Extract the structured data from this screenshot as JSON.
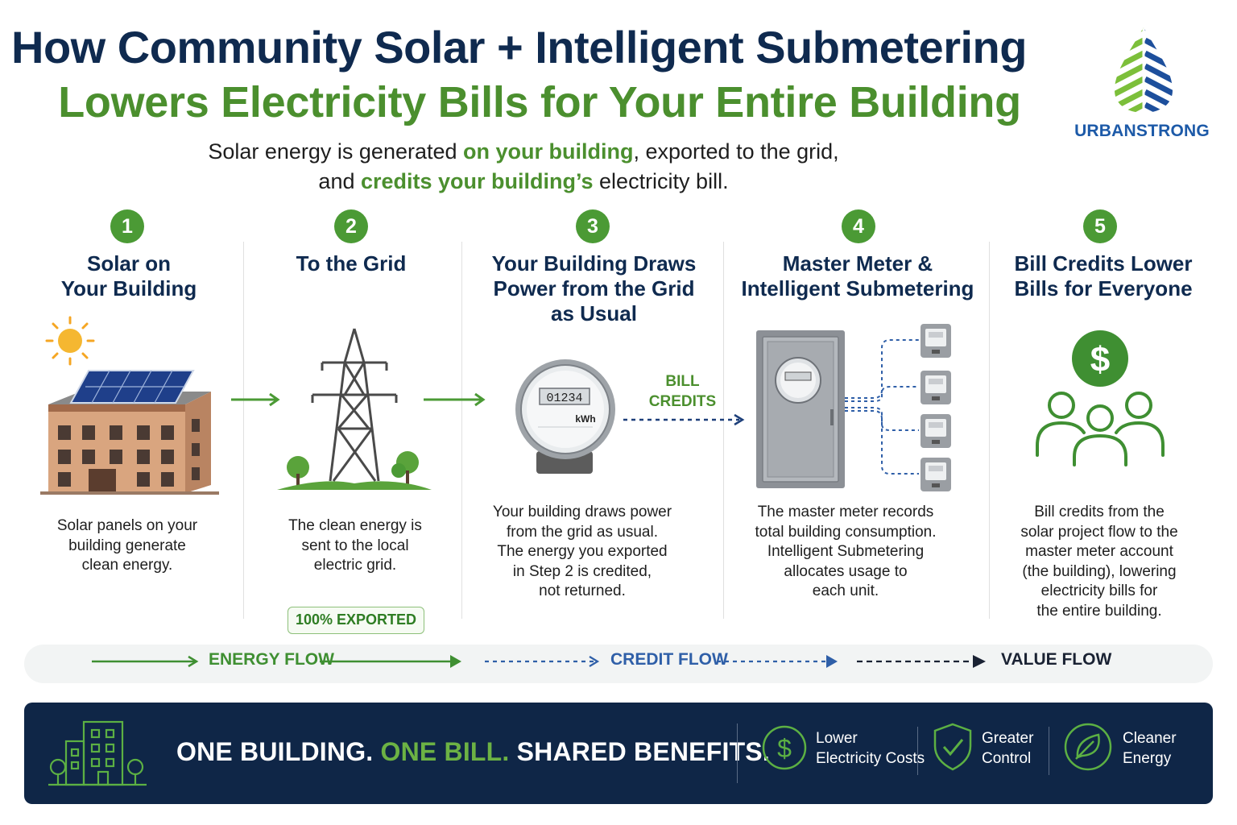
{
  "header": {
    "title_line1": "How Community Solar + Intelligent Submetering",
    "title_line2": "Lowers Electricity Bills for Your Entire Building",
    "subtitle_part1": "Solar energy is generated ",
    "subtitle_highlight1": "on your building",
    "subtitle_part2": ", exported to the grid,",
    "subtitle_part3": "and ",
    "subtitle_highlight2": "credits your building’s",
    "subtitle_part4": " electricity bill."
  },
  "logo": {
    "name": "URBANSTRONG",
    "icon": "leaf-drop-logo-icon"
  },
  "steps": [
    {
      "number": "1",
      "title_line1": "Solar on",
      "title_line2": "Your Building",
      "title_line3": "",
      "desc_lines": [
        "Solar panels on your",
        "building generate",
        "clean energy."
      ],
      "icon": "solar-building-icon"
    },
    {
      "number": "2",
      "title_line1": "To the Grid",
      "title_line2": "",
      "title_line3": "",
      "desc_lines": [
        "The clean energy is",
        "sent to the local",
        "electric grid."
      ],
      "icon": "transmission-tower-icon"
    },
    {
      "number": "3",
      "title_line1": "Your Building Draws",
      "title_line2": "Power from the Grid",
      "title_line3": "as Usual",
      "desc_lines": [
        "Your building draws power",
        "from the grid as usual.",
        "The energy you exported",
        "in Step 2 is credited,",
        "not returned."
      ],
      "icon": "electric-meter-icon"
    },
    {
      "number": "4",
      "title_line1": "Master Meter &",
      "title_line2": "Intelligent Submetering",
      "title_line3": "",
      "desc_lines": [
        "The master meter records",
        "total building consumption.",
        "Intelligent Submetering",
        "allocates usage to",
        "each unit."
      ],
      "icon": "master-meter-panel-icon"
    },
    {
      "number": "5",
      "title_line1": "Bill Credits Lower",
      "title_line2": "Bills for Everyone",
      "title_line3": "",
      "desc_lines": [
        "Bill credits from the",
        "solar project flow to the",
        "master meter account",
        "(the building), lowering",
        "electricity bills for",
        "the entire building."
      ],
      "icon": "people-dollar-icon"
    }
  ],
  "meter": {
    "reading": "01234",
    "unit": "kWh"
  },
  "badge": "100% EXPORTED",
  "bill_credits": {
    "line1": "BILL",
    "line2": "CREDITS"
  },
  "flows": {
    "energy": "ENERGY FLOW",
    "credit": "CREDIT FLOW",
    "value": "VALUE FLOW"
  },
  "footer": {
    "slogan_part1": "ONE BUILDING. ",
    "slogan_part2": "ONE BILL.",
    "slogan_part3": " SHARED BENEFITS.",
    "benefits": [
      {
        "line1": "Lower",
        "line2": "Electricity Costs",
        "icon": "dollar-circle-icon"
      },
      {
        "line1": "Greater",
        "line2": "Control",
        "icon": "shield-check-icon"
      },
      {
        "line1": "Cleaner",
        "line2": "Energy",
        "icon": "leaf-circle-icon"
      }
    ]
  },
  "colors": {
    "navy": "#0f2a4f",
    "green": "#4b8f2e",
    "blue": "#1d5aa8",
    "footer_bg": "#0f2647"
  }
}
